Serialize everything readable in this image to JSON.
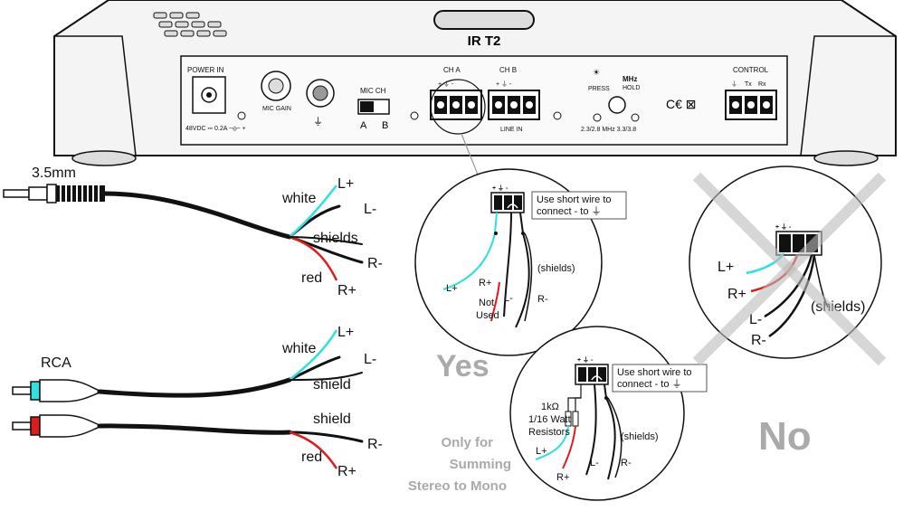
{
  "device": {
    "model": "IR T2",
    "power_in": "POWER IN",
    "power_spec": "48VDC ⎓ 0.2A ~⊖~ +",
    "mic_gain": "MIC GAIN",
    "mic_ch": "MIC CH",
    "mic_ch_a": "A",
    "mic_ch_b": "B",
    "ch_a": "CH A",
    "ch_b": "CH B",
    "line_in": "LINE IN",
    "press": "PRESS",
    "mhz": "MHz",
    "hold": "HOLD",
    "freq": "2.3/2.8 MHz 3.3/3.8",
    "ce": "C€ ⊠",
    "control": "CONTROL",
    "tx": "Tx",
    "rx": "Rx",
    "plus_gnd_minus": "+ ⏚ -"
  },
  "cables": {
    "mm35_label": "3.5mm",
    "rca_label": "RCA",
    "white1": "white",
    "red1": "red",
    "white2": "white",
    "red2": "red",
    "lplus": "L+",
    "lminus": "L-",
    "rminus": "R-",
    "rplus": "R+",
    "shields": "shields",
    "shield": "shield"
  },
  "yes_top": {
    "note": "Use short wire to connect - to ⏚",
    "lplus": "L+",
    "rplus": "R+",
    "not_used": "Not Used",
    "lminus": "L-",
    "shields": "(shields)",
    "rminus": "R-"
  },
  "yes_bottom": {
    "note": "Use short wire to connect - to ⏚",
    "resistor_value": "1kΩ",
    "resistor_watt": "1/16 Watt",
    "resistor_label": "Resistors",
    "lplus": "L+",
    "rplus": "R+",
    "lminus": "L-",
    "shields": "(shields)",
    "rminus": "R-"
  },
  "no_circle": {
    "lplus": "L+",
    "rplus": "R+",
    "lminus": "L-",
    "rminus": "R-",
    "shields": "(shields)"
  },
  "labels": {
    "yes": "Yes",
    "no": "No",
    "summing_line1": "Only for",
    "summing_line2": "Summing",
    "summing_line3": "Stereo to Mono"
  },
  "colors": {
    "cyan": "#2ee0e0",
    "red": "#e01b1b",
    "gray": "#aaaaaa",
    "device_bg": "#f2f2f2"
  }
}
